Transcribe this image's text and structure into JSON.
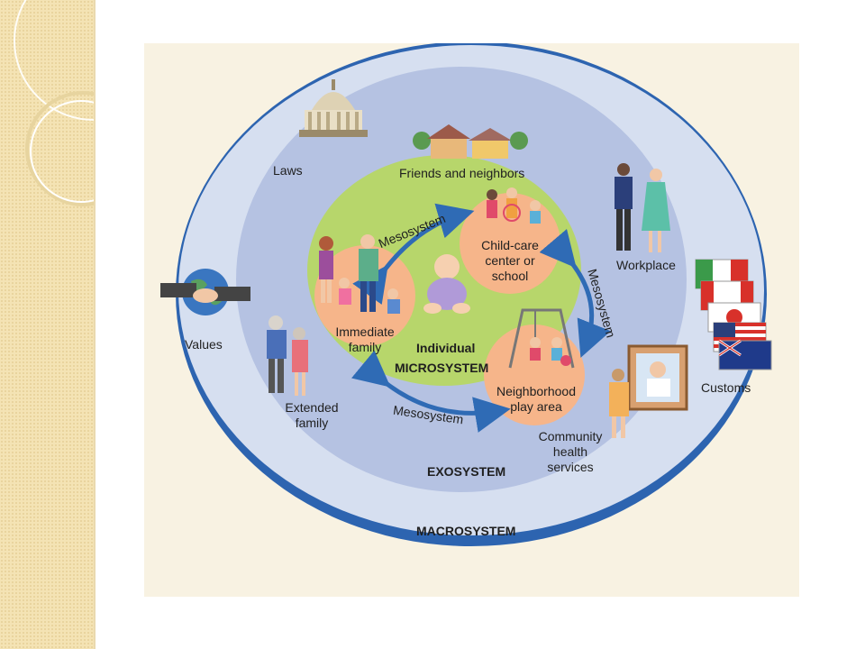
{
  "diagram": {
    "macrosystem": "MACROSYSTEM",
    "exosystem": "EXOSYSTEM",
    "microsystem": "MICROSYSTEM",
    "individual": "Individual",
    "mesosystem": [
      "Mesosystem",
      "Mesosystem",
      "Mesosystem"
    ],
    "micro_nodes": {
      "immediate_family": [
        "Immediate",
        "family"
      ],
      "child_care": [
        "Child-care",
        "center or",
        "school"
      ],
      "play_area": [
        "Neighborhood",
        "play area"
      ]
    },
    "exo_labels": {
      "friends": "Friends and neighbors",
      "workplace": "Workplace",
      "extended_family": [
        "Extended",
        "family"
      ],
      "community_health": [
        "Community",
        "health",
        "services"
      ]
    },
    "macro_labels": {
      "laws": "Laws",
      "values": "Values",
      "customs": "Customs"
    },
    "colors": {
      "macro": "#d6dff0",
      "exo": "#b5c2e2",
      "micro": "#b7d66b",
      "node": "#f6b58a",
      "arrow": "#2f6bb5",
      "rim": "#2d64b0"
    },
    "icons": [
      "capitol-building-icon",
      "houses-icon",
      "business-couple-icon",
      "flags-icon",
      "handshake-globe-icon",
      "elderly-couple-icon",
      "nurse-portrait-icon",
      "family-icon",
      "baby-icon",
      "children-icon",
      "playground-icon"
    ]
  }
}
